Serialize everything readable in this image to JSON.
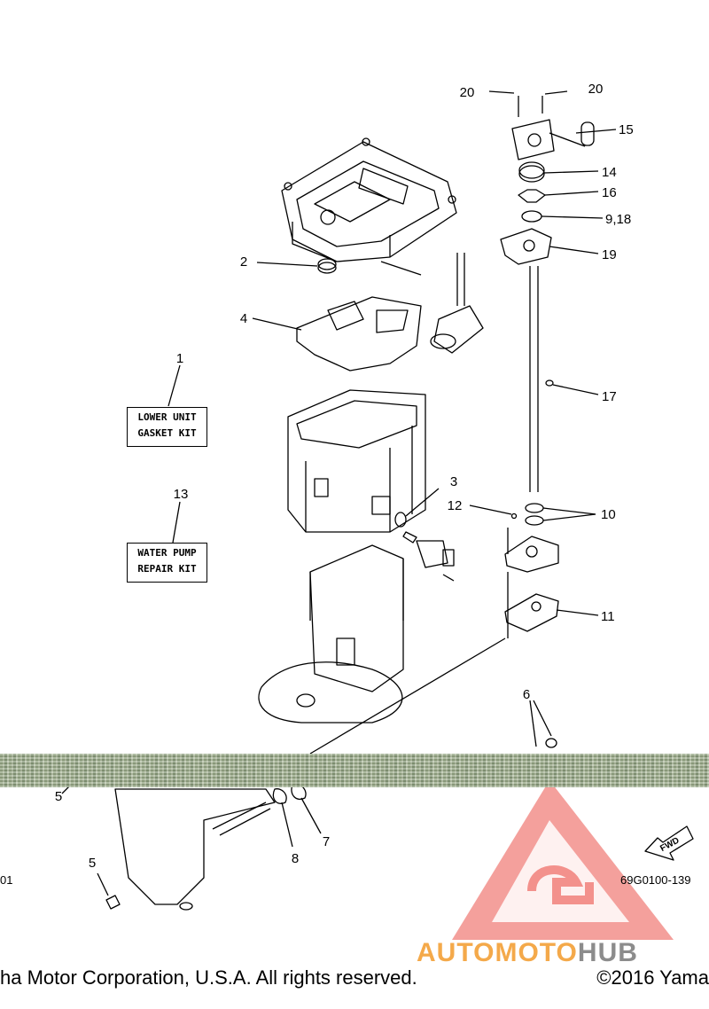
{
  "callouts": {
    "c1": "1",
    "c2": "2",
    "c3": "3",
    "c4": "4",
    "c5a": "5",
    "c5b": "5",
    "c6": "6",
    "c7": "7",
    "c8": "8",
    "c9_18": "9,18",
    "c10": "10",
    "c11": "11",
    "c12": "12",
    "c13": "13",
    "c14": "14",
    "c15": "15",
    "c16": "16",
    "c17": "17",
    "c19": "19",
    "c20a": "20",
    "c20b": "20"
  },
  "kits": {
    "lower_unit": {
      "line1": "LOWER UNIT",
      "line2": "GASKET KIT"
    },
    "water_pump": {
      "line1": "WATER PUMP",
      "line2": "REPAIR KIT"
    }
  },
  "fwd_label": "FWD",
  "ref_code": "69G0100-139",
  "ref_left": "01",
  "footer": {
    "left": "ha Motor Corporation, U.S.A. All rights reserved.",
    "right": "©2016 Yama"
  },
  "watermark": {
    "part1": "AUTOMOTO",
    "part2": "HUB"
  },
  "colors": {
    "band": "#8ea07c",
    "watermark_red": "#e9413a",
    "watermark_orange": "#f4a94a"
  }
}
